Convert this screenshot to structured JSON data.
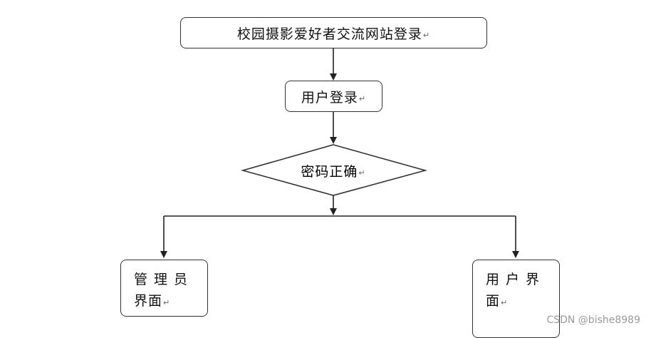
{
  "nodes": {
    "site_login": "校园摄影爱好者交流网站登录",
    "user_login": "用户登录",
    "password_check": "密码正确",
    "admin_line1": "管理员",
    "admin_line2": "界面",
    "user_ui_line1": "用户界",
    "user_ui_line2": "面"
  },
  "para_mark": "↵",
  "watermark": "CSDN @bishe8989",
  "colors": {
    "stroke": "#333333",
    "text": "#111111",
    "watermark": "#9a9a9a",
    "background": "#ffffff"
  }
}
